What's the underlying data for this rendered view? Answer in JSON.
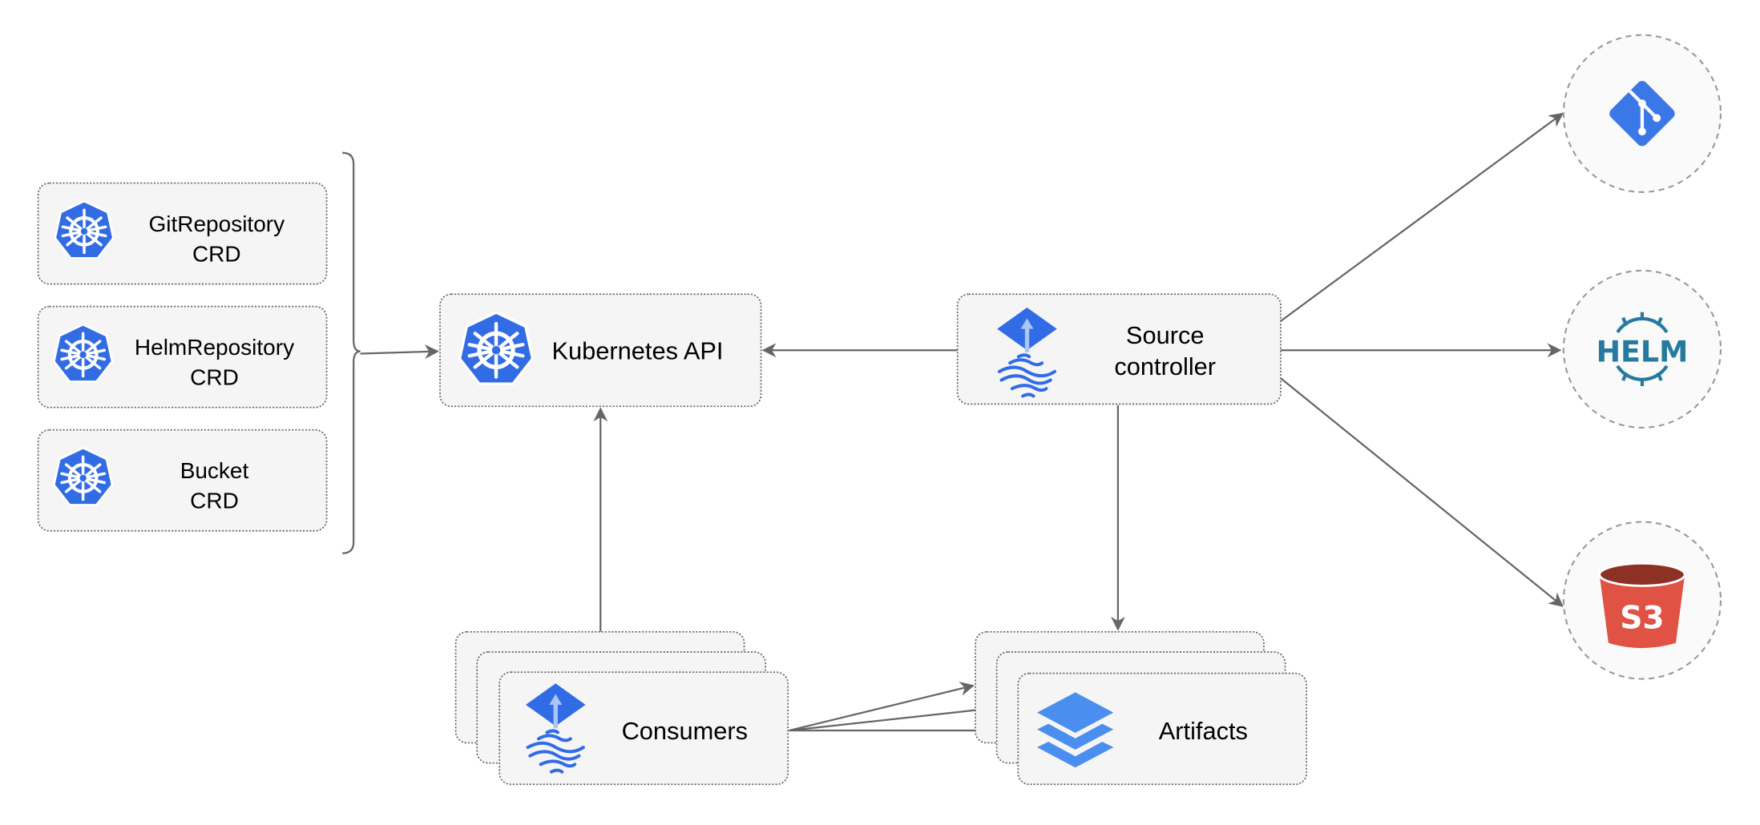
{
  "nodes": {
    "git_crd": {
      "line1": "GitRepository",
      "line2": "CRD",
      "icon": "kubernetes-icon"
    },
    "helm_crd": {
      "line1": "HelmRepository",
      "line2": "CRD",
      "icon": "kubernetes-icon"
    },
    "bucket_crd": {
      "line1": "Bucket",
      "line2": "CRD",
      "icon": "kubernetes-icon"
    },
    "k8s_api": {
      "label": "Kubernetes API",
      "icon": "kubernetes-icon"
    },
    "source_controller": {
      "line1": "Source",
      "line2": "controller",
      "icon": "flux-icon"
    },
    "consumers": {
      "label": "Consumers",
      "icon": "flux-icon"
    },
    "artifacts": {
      "label": "Artifacts",
      "icon": "layers-icon"
    },
    "git": {
      "icon": "git-icon"
    },
    "helm": {
      "label": "HELM",
      "icon": "helm-icon"
    },
    "s3": {
      "label": "S3",
      "icon": "s3-bucket-icon"
    }
  },
  "edges": [
    {
      "from": "crds",
      "to": "k8s_api"
    },
    {
      "from": "source_controller",
      "to": "k8s_api"
    },
    {
      "from": "consumers",
      "to": "k8s_api"
    },
    {
      "from": "source_controller",
      "to": "git"
    },
    {
      "from": "source_controller",
      "to": "helm"
    },
    {
      "from": "source_controller",
      "to": "s3"
    },
    {
      "from": "source_controller",
      "to": "artifacts"
    },
    {
      "from": "consumers",
      "to": "artifacts"
    }
  ],
  "colors": {
    "kubernetes": "#326ce5",
    "flux": "#316ce6",
    "git": "#3b78e7",
    "helm": "#277a9f",
    "s3_body": "#e05243",
    "s3_top": "#8c3123",
    "layers": "#4a8eef"
  }
}
